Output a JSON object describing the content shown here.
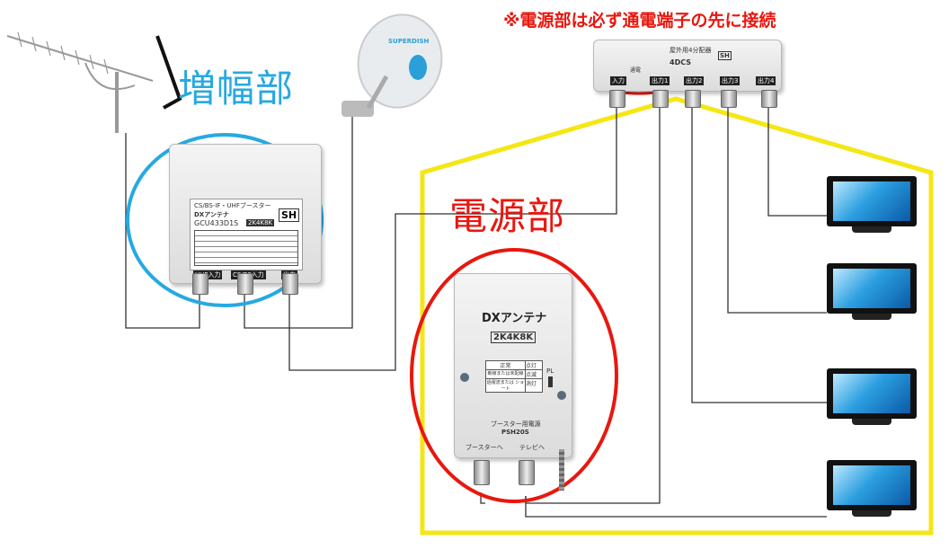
{
  "labels": {
    "amplifier": "増幅部",
    "power_unit": "電源部",
    "note": "※電源部は必ず通電端子の先に接続"
  },
  "amplifier_device": {
    "model_title": "CS/BS-IF・UHFブースター",
    "brand": "DXアンテナ",
    "model": "GCU433D1S",
    "badge": "SH",
    "tag_4k": "2K4K8K",
    "ports": [
      "UHF入力",
      "CS/BS入力",
      "出力"
    ]
  },
  "power_device": {
    "brand": "DXアンテナ",
    "tag_4k": "2K4K8K",
    "status_rows": [
      {
        "left": "正常",
        "right": "点灯"
      },
      {
        "left": "断線または未配線",
        "right": "点滅"
      },
      {
        "left": "過電流または ショート",
        "right": "消灯"
      }
    ],
    "led_label": "PL",
    "name": "ブースター用電源",
    "model": "PSH20S",
    "ports": [
      "ブースターへ",
      "テレビへ"
    ]
  },
  "splitter_device": {
    "title": "屋外用4分配器",
    "model": "4DCS",
    "badge": "SH",
    "power_pass": "通電",
    "ports": [
      "入力",
      "出力1",
      "出力2",
      "出力3",
      "出力4"
    ]
  },
  "dish_brand": "SUPERDISH",
  "colors": {
    "amplifier_label": "#29a8e0",
    "power_label": "#e8170f",
    "note": "#e8170f",
    "blue_circle": "#27a9e1",
    "red_circle": "#e8170f",
    "yellow_frame": "#f5e616",
    "wire": "#333333"
  }
}
